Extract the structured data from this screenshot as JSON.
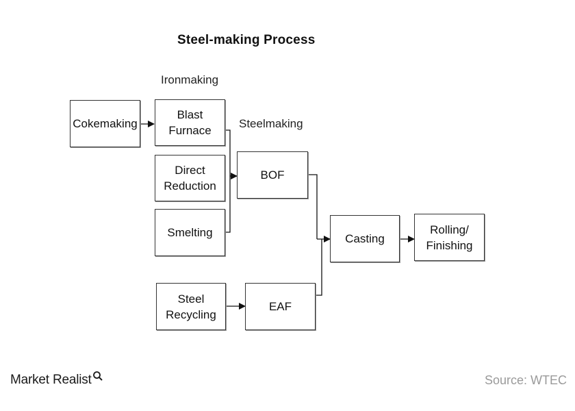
{
  "title": "Steel-making Process",
  "labels": {
    "ironmaking": "Ironmaking",
    "steelmaking": "Steelmaking"
  },
  "boxes": {
    "cokemaking": "Cokemaking",
    "blast_furnace": "Blast\nFurnace",
    "direct_reduction": "Direct\nReduction",
    "smelting": "Smelting",
    "bof": "BOF",
    "steel_recycling": "Steel\nRecycling",
    "eaf": "EAF",
    "casting": "Casting",
    "rolling_finishing": "Rolling/\nFinishing"
  },
  "footer": {
    "brand": "Market Realist",
    "brand_icon": "magnifier-icon",
    "source": "Source: WTEC"
  }
}
